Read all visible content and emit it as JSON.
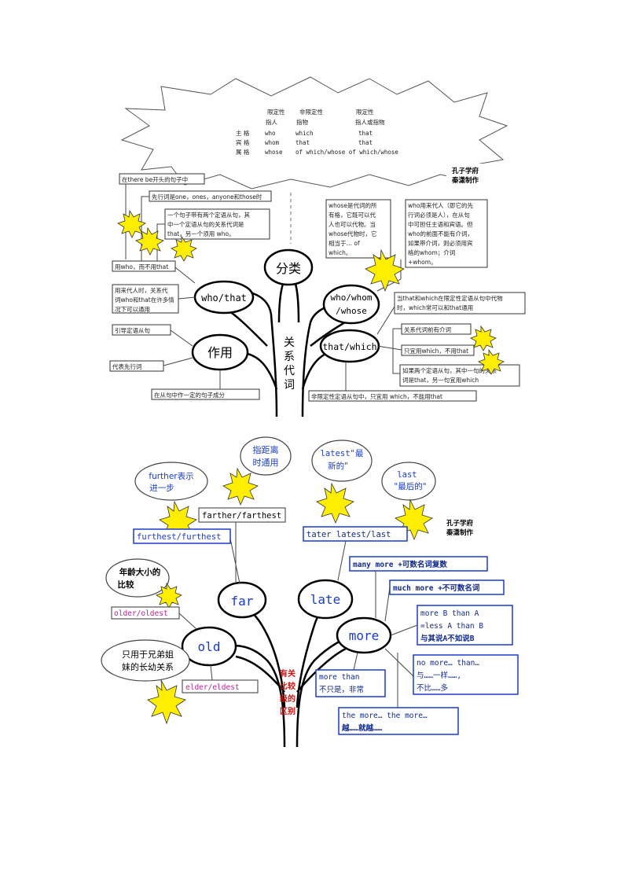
{
  "top": {
    "table": {
      "headers": [
        "限定性",
        "非限定性",
        "限定性"
      ],
      "refers": [
        "指人",
        "指物",
        "指人或指物"
      ],
      "rows": [
        {
          "case": "主 格",
          "c1": "who",
          "c2": "which",
          "c3": "that"
        },
        {
          "case": "宾 格",
          "c1": "whom",
          "c2": "that",
          "c3": "that"
        },
        {
          "case": "属 格",
          "c1": "whose",
          "c2": "of which/whose of which/whose",
          "c3": ""
        }
      ]
    },
    "watermark": [
      "孔子学府",
      "秦潇制作"
    ],
    "center_label": "分类",
    "trunk_label": [
      "关",
      "系",
      "代",
      "词"
    ],
    "nodes": {
      "who_that": "who/that",
      "who_whom_whose": [
        "who/whom",
        "/whose"
      ],
      "that_which": "that/which",
      "function": "作用"
    },
    "left_notes": [
      [
        "在there be开头的句子中"
      ],
      [
        "先行词是one，ones，anyone和those时"
      ],
      [
        "一个句子带有两个定语从句，其",
        "中一个定语从句的关系代词是",
        "that，另一个须用 who。"
      ],
      [
        "用who，而不用that"
      ],
      [
        "用来代人时，关系代",
        "词who和that在许多情",
        "况下可以通用"
      ]
    ],
    "function_notes": [
      "引导定语从句",
      "代表先行词",
      "在从句中作一定的句子成分"
    ],
    "whose_note": [
      "whose是代词的所",
      "有格，它既可以代",
      "人也可以代物。当",
      "whose代物时，它",
      "相当于… of",
      "which。"
    ],
    "whom_note": [
      "who用来代人（即它的先",
      "行词必须是人），在从句",
      "中可担任主语和宾语。但",
      "who的前面不能有介词，",
      "如果带介词，则必须用宾",
      "格的whom；介词",
      "+whom。"
    ],
    "right_notes": [
      [
        "当that和which在限定性定语从句中代物",
        "时，which常可以和that通用"
      ],
      [
        "关系代词前有介词"
      ],
      [
        "只宜用which，不用that"
      ],
      [
        "如果两个定语从句，其中一句的关系",
        "词是that，另一句宜用which"
      ],
      [
        "非限定性定语从句中，只宜用 which，不能用that"
      ]
    ]
  },
  "bottom": {
    "watermark": [
      "孔子学府",
      "秦潇制作"
    ],
    "trunk_label": [
      "有关",
      "比较",
      "级的",
      "区别"
    ],
    "nodes": {
      "far": "far",
      "late": "late",
      "old": "old",
      "more": "more"
    },
    "clouds": [
      [
        "further表示",
        "进一步"
      ],
      [
        "指距离",
        "时通用"
      ],
      [
        "latest\"最",
        "新的\""
      ],
      [
        "last",
        "\"最后的\""
      ],
      [
        "年龄大小的",
        "比较"
      ],
      [
        "只用于兄弟姐",
        "妹的长幼关系"
      ]
    ],
    "boxes": {
      "farther": "farther/farthest",
      "further": "furthest/furthest",
      "latest": "tater latest/last",
      "older": "older/oldest",
      "elder": "elder/eldest",
      "many_more": "many more +可数名词复数",
      "much_more": "much more +不可数名词",
      "more_than": [
        "more B than A",
        "=less A than B",
        "与其说A不如说B"
      ],
      "no_more": [
        "no more… than…",
        "与……一样……,",
        "不比……多"
      ],
      "more_than_cn": [
        "more than",
        "不只是，非常"
      ],
      "the_more": [
        "the more… the more…",
        "越……就越……"
      ]
    }
  }
}
